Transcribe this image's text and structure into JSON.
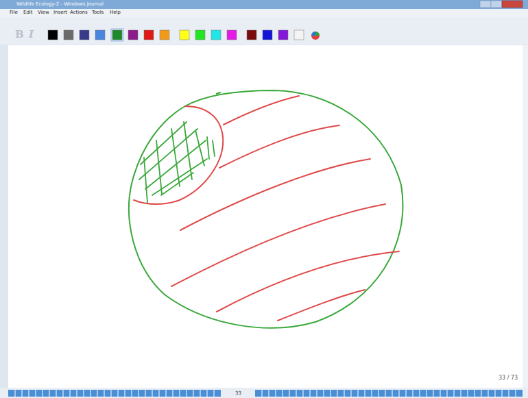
{
  "diagram": {
    "labels": [
      "Wildlife Ecology-2 - Windows Journal",
      "File",
      "Edit",
      "View",
      "Insert",
      "Actions",
      "Tools",
      "Help",
      "B",
      "I",
      "33 / 73",
      "33"
    ]
  }
}
